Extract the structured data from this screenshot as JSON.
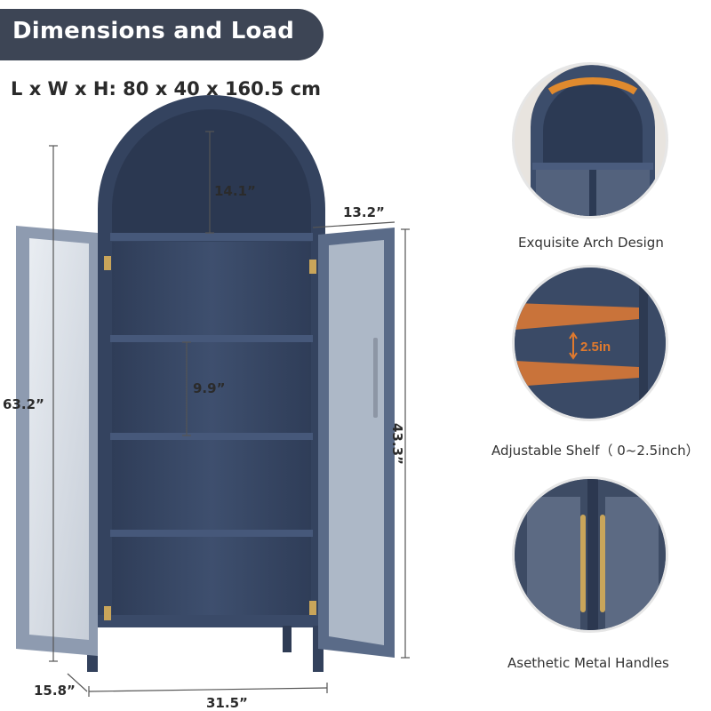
{
  "header": {
    "title": "Dimensions and Load"
  },
  "dimensions": {
    "text": "L x W x H: 80 x 40 x 160.5 cm"
  },
  "measurements": {
    "arch_height": "14.1”",
    "depth_top": "13.2”",
    "shelf_gap": "9.9”",
    "total_height": "63.2”",
    "door_height": "43.3”",
    "depth_bottom": "15.8”",
    "width": "31.5”"
  },
  "features": [
    {
      "title": "Exquisite Arch Design",
      "icon": "arch-closeup"
    },
    {
      "title": "Adjustable Shelf（ 0~2.5inch）",
      "icon": "shelf-closeup",
      "badge": "2.5in"
    },
    {
      "title": "Asethetic Metal Handles",
      "icon": "handle-closeup"
    }
  ],
  "colors": {
    "banner": "#3d4555",
    "cabinet": "#3c4d6b",
    "accent": "#c9733a",
    "brass": "#c9a55a"
  }
}
